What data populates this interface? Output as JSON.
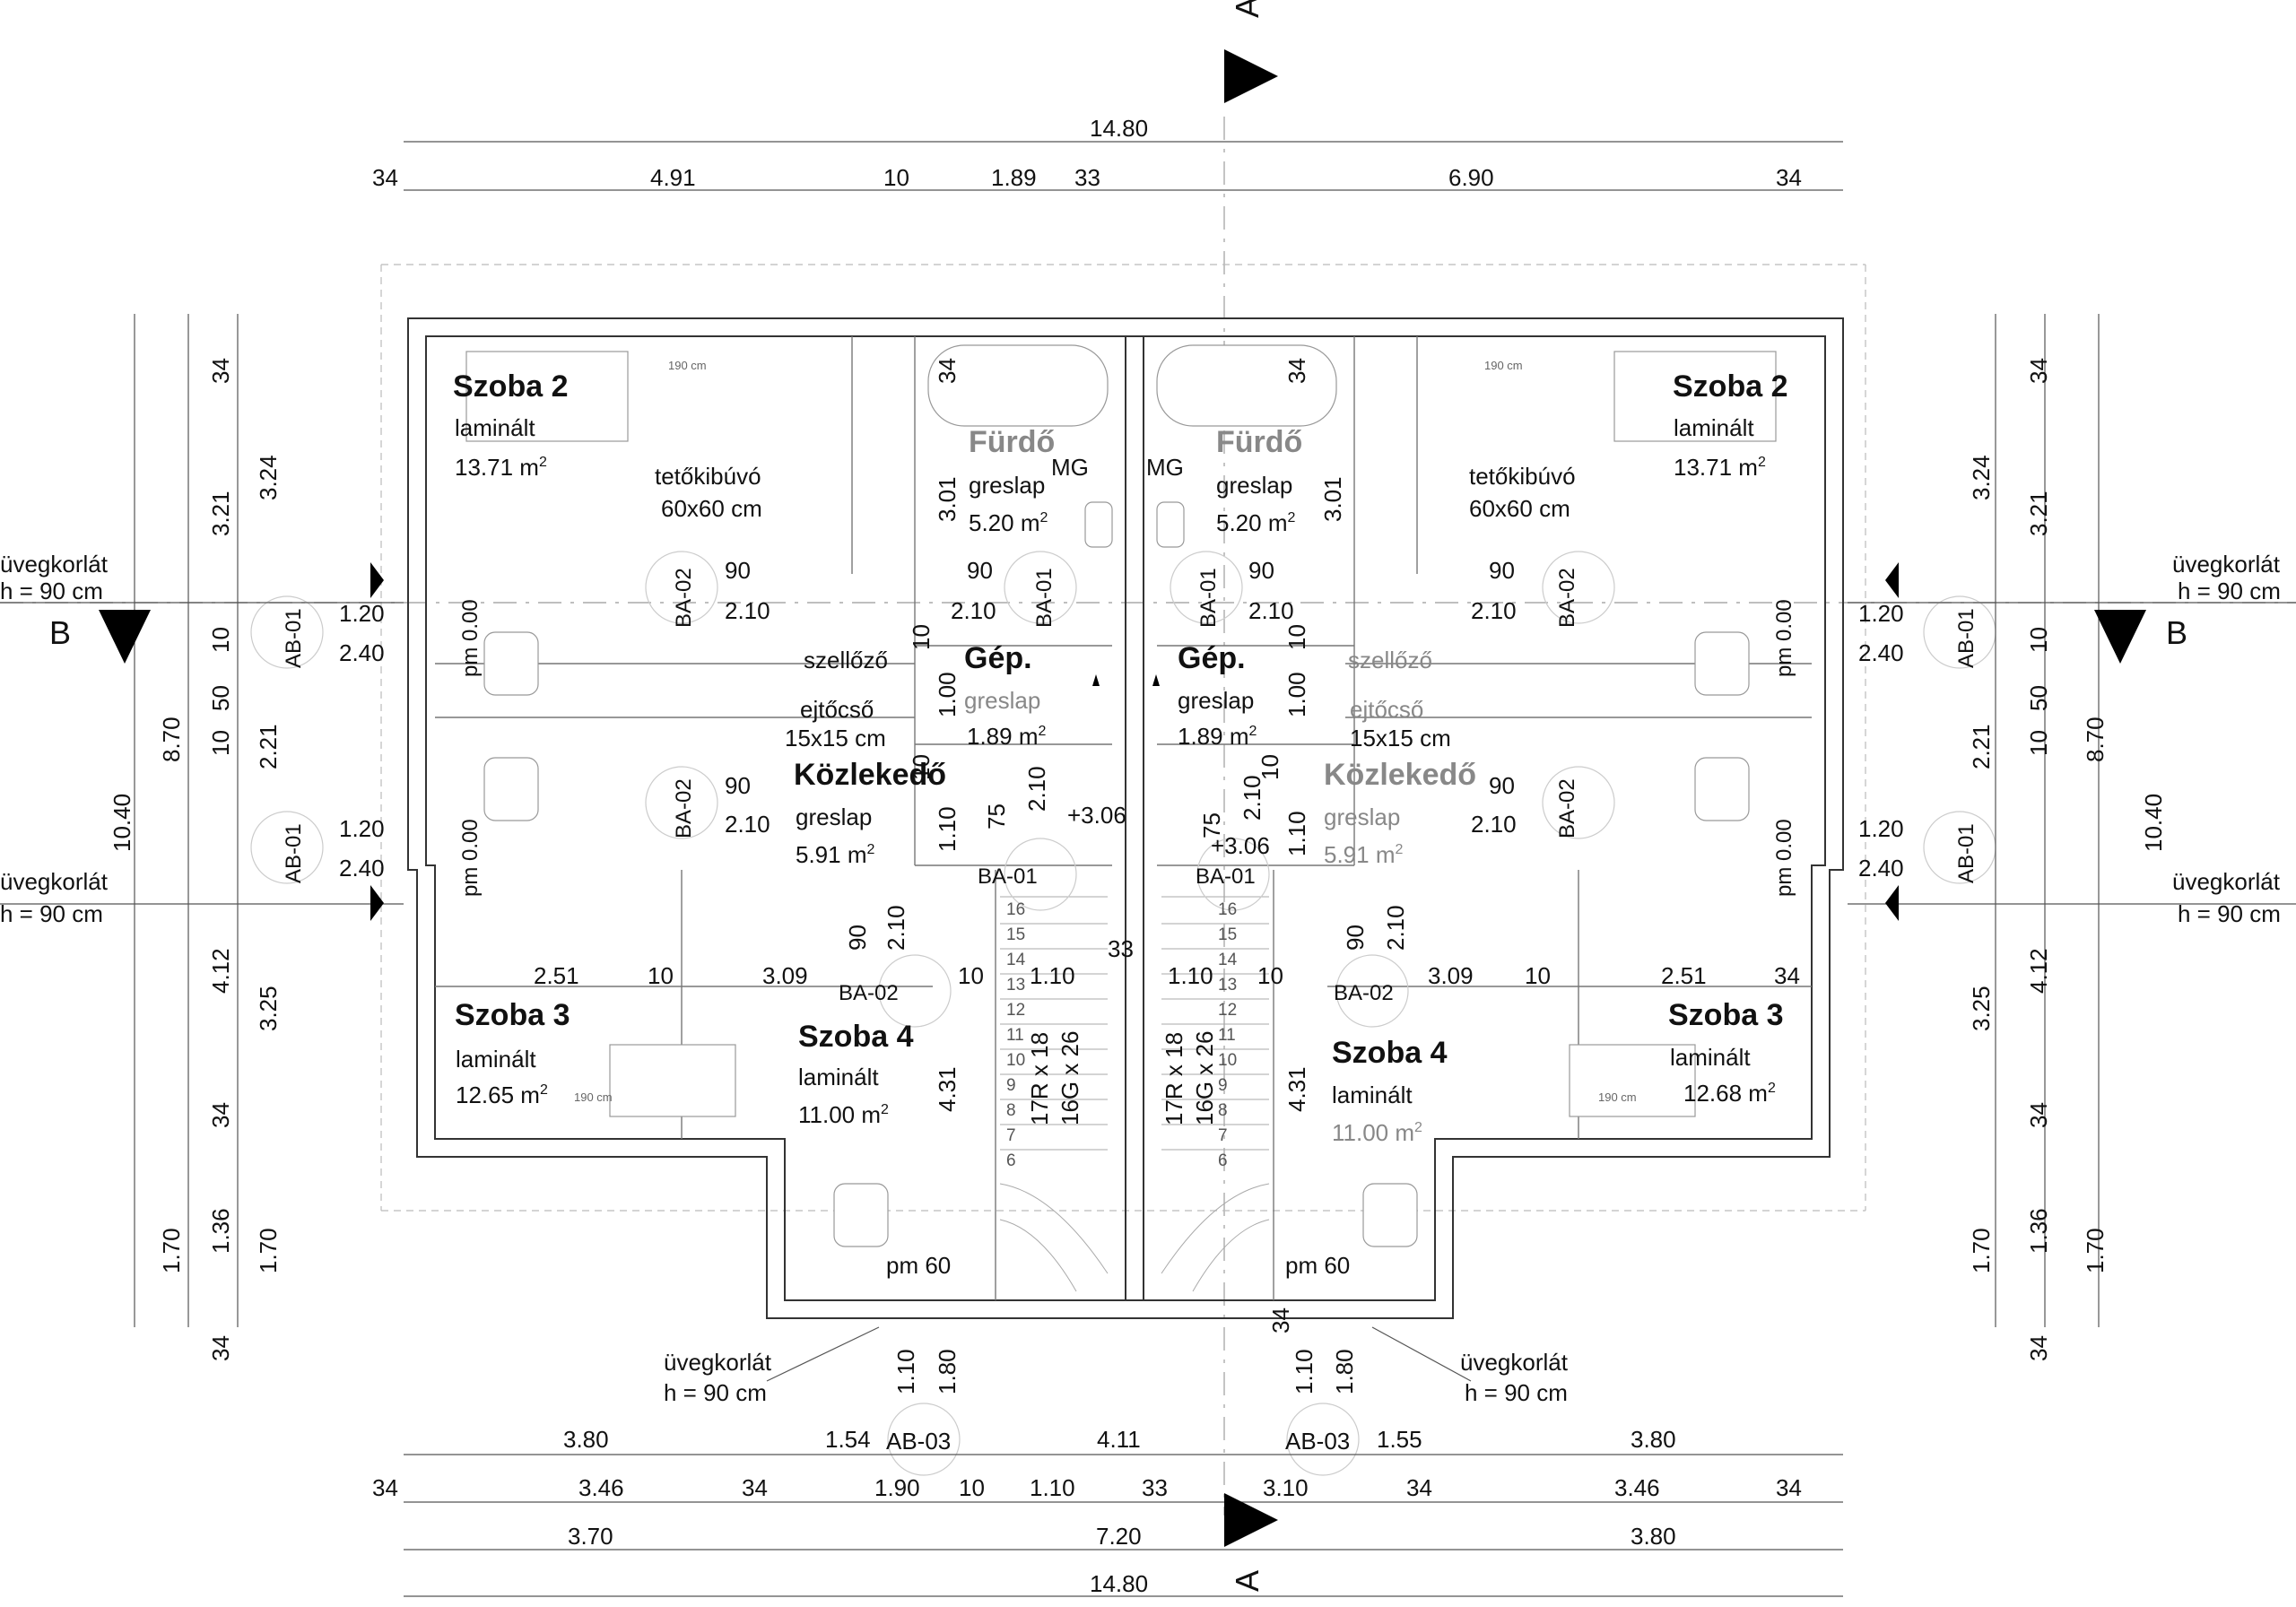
{
  "section_marks": {
    "a_label": "A",
    "b_label": "B"
  },
  "dims_top": {
    "overall": "14.80",
    "chain": [
      "34",
      "4.91",
      "10",
      "1.89",
      "33",
      "6.90",
      "34"
    ]
  },
  "dims_bottom": {
    "row1": [
      "3.80",
      "1.54",
      "4.11",
      "1.55",
      "3.80"
    ],
    "row2": [
      "34",
      "3.46",
      "34",
      "1.90",
      "10",
      "1.10",
      "33",
      "3.10",
      "34",
      "3.46",
      "34"
    ],
    "row3": [
      "3.70",
      "7.20",
      "3.80"
    ],
    "overall": "14.80"
  },
  "dims_left": {
    "col_outer": [
      "8.70",
      "10.40"
    ],
    "col_mid": [
      "34",
      "3.21",
      "10",
      "50",
      "10",
      "4.12",
      "34",
      "1.70"
    ],
    "col_inner": [
      "3.24",
      "2.21",
      "3.25",
      "1.36",
      "1.70"
    ]
  },
  "dims_right": {
    "col_outer": [
      "8.70",
      "10.40"
    ],
    "col_mid": [
      "34",
      "3.21",
      "10",
      "50",
      "10",
      "4.12",
      "34",
      "1.70"
    ],
    "col_inner": [
      "3.24",
      "2.21",
      "3.25",
      "1.36",
      "1.70"
    ]
  },
  "rooms": {
    "szoba2_l": {
      "name": "Szoba 2",
      "floor": "laminált",
      "area": "13.71 m",
      "sup": "2"
    },
    "szoba2_r": {
      "name": "Szoba 2",
      "floor": "laminált",
      "area": "13.71 m",
      "sup": "2"
    },
    "furdo_l": {
      "name": "Fürdő",
      "floor": "greslap",
      "area": "5.20 m",
      "sup": "2"
    },
    "furdo_r": {
      "name": "Fürdő",
      "floor": "greslap",
      "area": "5.20 m",
      "sup": "2"
    },
    "gep_l": {
      "name": "Gép.",
      "floor": "greslap",
      "area": "1.89 m",
      "sup": "2"
    },
    "gep_r": {
      "name": "Gép.",
      "floor": "greslap",
      "area": "1.89 m",
      "sup": "2"
    },
    "kozl_l": {
      "name": "Közlekedő",
      "floor": "greslap",
      "area": "5.91 m",
      "sup": "2"
    },
    "kozl_r": {
      "name": "Közlekedő",
      "floor": "greslap",
      "area": "5.91 m",
      "sup": "2"
    },
    "szoba3_l": {
      "name": "Szoba 3",
      "floor": "laminált",
      "area": "12.65 m",
      "sup": "2"
    },
    "szoba3_r": {
      "name": "Szoba 3",
      "floor": "laminált",
      "area": "12.68 m",
      "sup": "2"
    },
    "szoba4_l": {
      "name": "Szoba 4",
      "floor": "laminált",
      "area": "11.00 m",
      "sup": "2"
    },
    "szoba4_r": {
      "name": "Szoba 4",
      "floor": "laminált",
      "area": "11.00 m",
      "sup": "2"
    }
  },
  "notes": {
    "tetokibuvo": "tetőkibúvó",
    "tetokibuvo_size": "60x60 cm",
    "szellozo": "szellőző",
    "ejtocso": "ejtőcső",
    "ejtocso_size": "15x15 cm",
    "uvegkorlat": "üvegkorlát",
    "uvegkorlat_h": "h = 90 cm",
    "mg": "MG",
    "level": "+3.06",
    "pm000": "pm 0.00",
    "pm60": "pm 60",
    "bed": "190 cm",
    "stair_l1": "17R x 18",
    "stair_l2": "16G x 26"
  },
  "openings": {
    "ba01": "BA-01",
    "ba02": "BA-02",
    "ab01": "AB-01",
    "ab03": "AB-03",
    "w90": "90",
    "h210": "2.10",
    "w120": "1.20",
    "h240": "2.40",
    "v75": "75",
    "v110": "1.10",
    "v180": "1.80",
    "v100": "1.00",
    "v10": "10",
    "v301": "3.01",
    "v34": "34",
    "v33": "33",
    "v431": "4.31",
    "v251": "2.51",
    "v309": "3.09"
  },
  "stairs": {
    "steps": [
      "16",
      "15",
      "14",
      "13",
      "12",
      "11",
      "10",
      "9",
      "8",
      "7",
      "6"
    ]
  }
}
